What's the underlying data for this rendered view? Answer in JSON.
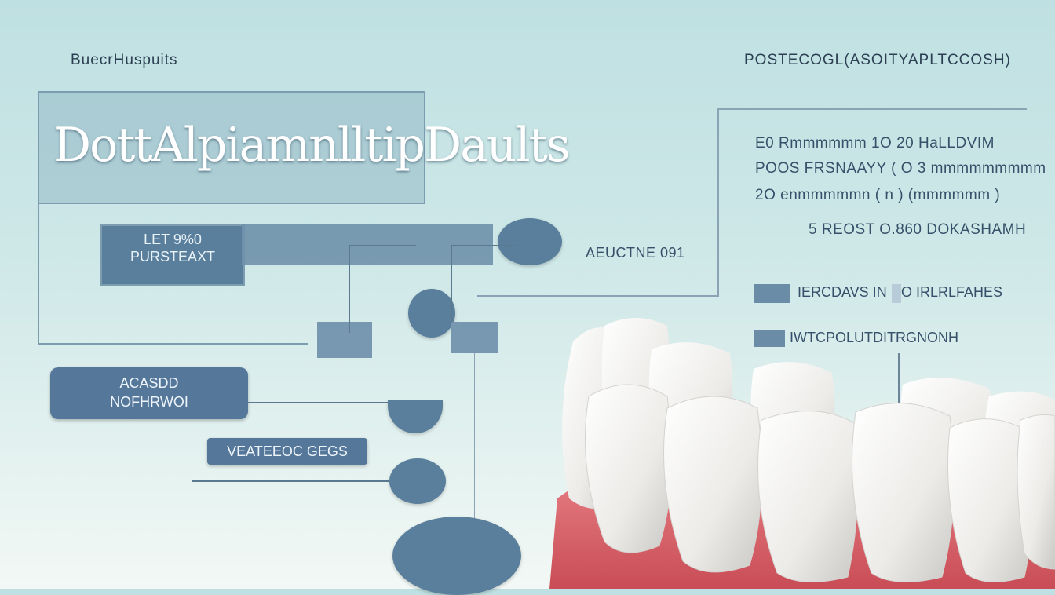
{
  "header": {
    "left_label": "BuecrHuspuits",
    "right_label": "POSTECOGL(ASOITYAPLTCCOSH)"
  },
  "title": "DottAlpiamnlltipDaults",
  "left_boxes": {
    "box1_line1": "LET 9%0",
    "box1_line2": "PURSTEAXT",
    "mid_label": "AEUCTNE 091"
  },
  "pills": {
    "pill1_line1": "ACASDD",
    "pill1_line2": "NOFHRWOI",
    "pill2": "VEATEEOC GEGS"
  },
  "stats": [
    "E0 Rmmmmmm 1O 20 HaLLDVIM",
    "POOS FRSNAAYY ( O 3 mmmmmmmmm",
    "2O enmmmmmn ( n ) (mmmmmm )",
    "5 REOST O.860 DOKASHAMH"
  ],
  "legend": [
    {
      "label": "IERCDAVS IN",
      "value": "O IRLRLFAHES"
    },
    {
      "label": "IWTCPOLUTDITRGNONH",
      "value": ""
    }
  ],
  "colors": {
    "accent": "#5a7f9c",
    "tooth": "#f4f4f2",
    "gum": "#d9646b"
  },
  "icons": [
    "teeth-illustration"
  ]
}
